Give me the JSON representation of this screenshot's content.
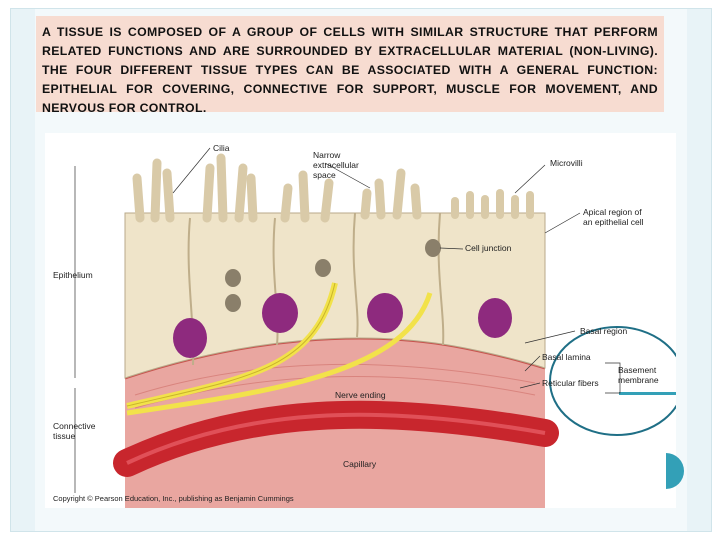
{
  "slide": {
    "body_text": "A TISSUE IS COMPOSED OF A GROUP OF CELLS WITH SIMILAR STRUCTURE THAT PERFORM RELATED FUNCTIONS AND ARE SURROUNDED BY EXTRACELLULAR MATERIAL (NON-LIVING). THE FOUR DIFFERENT TISSUE TYPES CAN BE ASSOCIATED WITH A GENERAL FUNCTION: EPITHELIAL FOR COVERING, CONNECTIVE FOR SUPPORT, MUSCLE FOR MOVEMENT, AND NERVOUS FOR CONTROL."
  },
  "figure": {
    "labels": {
      "cilia": "Cilia",
      "narrow_space_1": "Narrow",
      "narrow_space_2": "extracellular",
      "narrow_space_3": "space",
      "microvilli": "Microvilli",
      "apical_1": "Apical region of",
      "apical_2": "an epithelial cell",
      "cell_junction": "Cell junction",
      "epithelium": "Epithelium",
      "basal_region": "Basal region",
      "basal_lamina": "Basal lamina",
      "reticular_fibers": "Reticular fibers",
      "basement_1": "Basement",
      "basement_2": "membrane",
      "nerve_ending": "Nerve ending",
      "connective_1": "Connective",
      "connective_2": "tissue",
      "capillary": "Capillary",
      "copyright": "Copyright © Pearson Education, Inc., publishing as Benjamin Cummings"
    },
    "colors": {
      "cell": "#efe4c9",
      "nucleus": "#8e2a7e",
      "connective": "#e9a6a0",
      "capillary": "#c8262d",
      "nerve": "#f2e24a",
      "highlight_circle": "#1f6f86"
    }
  }
}
